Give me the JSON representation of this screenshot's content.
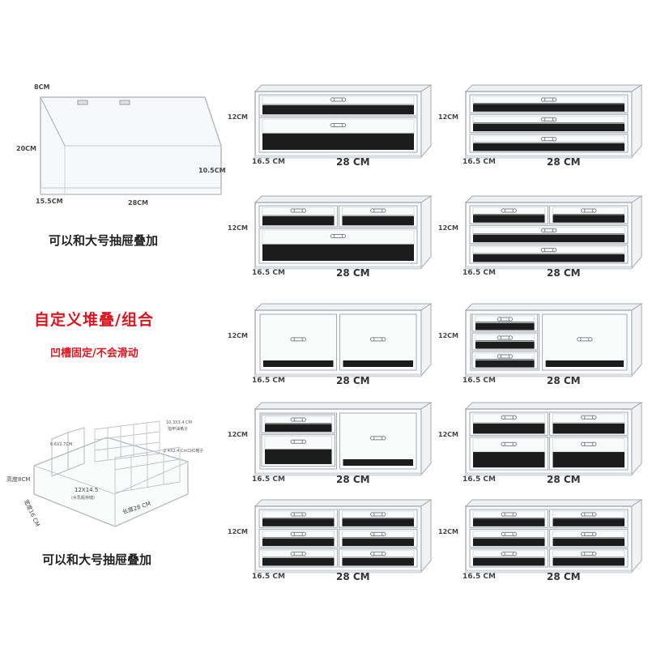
{
  "top_left": {
    "dims": {
      "depth_top": "8CM",
      "height": "20CM",
      "front_height": "10.5CM",
      "depth": "15.5CM",
      "width": "28CM"
    },
    "caption": "可以和大号抽屉叠加"
  },
  "middle_left": {
    "title": "自定义堆叠/组合",
    "subtitle": "凹槽固定/不会滑动"
  },
  "bottom_left": {
    "labels": {
      "top_right": "10.3X3.4 CM",
      "top_right_sub": "指甲油格子",
      "left_slot": "6.6X2.7CM",
      "lipstick": "2.4X2.4 Cm口红格子",
      "height": "高度8CM",
      "depth": "宽度16 CM",
      "length": "长度28 CM",
      "center": "12X14.5",
      "center_sub": "(水乳瓶存储)"
    },
    "caption": "可以和大号抽屉叠加"
  },
  "drawer_units": [
    {
      "height": "12CM",
      "depth": "16.5 CM",
      "width": "28 CM"
    },
    {
      "height": "12CM",
      "depth": "16.5 CM",
      "width": "28 CM"
    },
    {
      "height": "12CM",
      "depth": "16.5 CM",
      "width": "28 CM"
    },
    {
      "height": "12CM",
      "depth": "16.5 CM",
      "width": "28 CM"
    },
    {
      "height": "12CM",
      "depth": "16.5 CM",
      "width": "28 CM"
    },
    {
      "height": "12CM",
      "depth": "16.5 CM",
      "width": "28 CM"
    },
    {
      "height": "12CM",
      "depth": "16.5 CM",
      "width": "28 CM"
    },
    {
      "height": "12CM",
      "depth": "16.5 CM",
      "width": "28 CM"
    },
    {
      "height": "12CM",
      "depth": "16.5 CM",
      "width": "28 CM"
    },
    {
      "height": "12CM",
      "depth": "16.5 CM",
      "width": "28 CM"
    }
  ],
  "colors": {
    "accent_red": "#e0141e",
    "acrylic_edge": "#9aa0a6",
    "felt": "#1c1c1c"
  }
}
